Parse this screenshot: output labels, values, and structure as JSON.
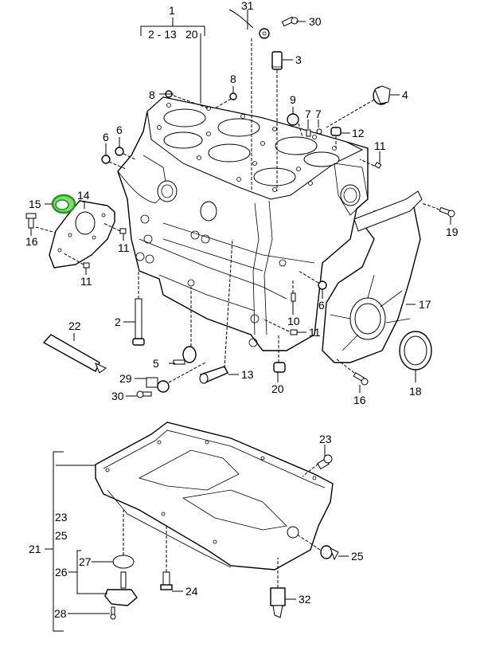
{
  "diagram": {
    "title": "Crankcase / oil pan exploded parts diagram",
    "highlight_color": "#2db52d",
    "highlighted_part": "15",
    "group_labels": {
      "g1_parent": "1",
      "g1_children": "2 - 13",
      "g1_extra": "20",
      "g21_parent": "21",
      "g21_a": "23",
      "g21_b": "25",
      "g26_parent": "26",
      "g26_child": "27"
    },
    "callouts": {
      "c31": "31",
      "c30a": "30",
      "c3": "3",
      "c8a": "8",
      "c8b": "8",
      "c4": "4",
      "c9": "9",
      "c7a": "7",
      "c7b": "7",
      "c12": "12",
      "c6a": "6",
      "c6b": "6",
      "c11a": "11",
      "c19": "19",
      "c15": "15",
      "c14": "14",
      "c16a": "16",
      "c11b": "11",
      "c11c": "11",
      "c6c": "6",
      "c17": "17",
      "c10": "10",
      "c11d": "11",
      "c2": "2",
      "c22": "22",
      "c5": "5",
      "c29": "29",
      "c30b": "30",
      "c13": "13",
      "c20": "20",
      "c18": "18",
      "c16b": "16",
      "c23": "23",
      "c25": "25",
      "c24": "24",
      "c28": "28",
      "c32": "32"
    }
  }
}
